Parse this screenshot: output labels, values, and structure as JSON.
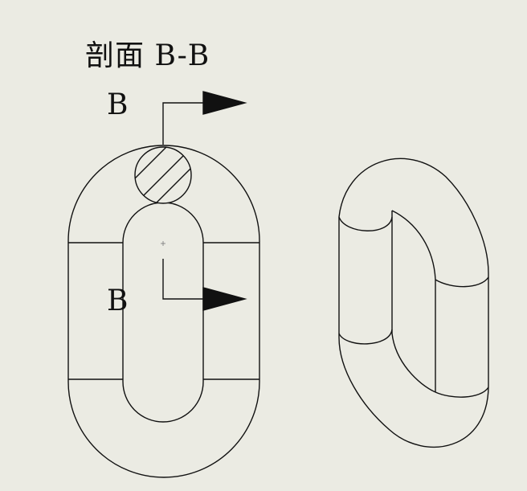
{
  "section_view": {
    "title": "剖面 B-B",
    "cut_label_top": "B",
    "cut_label_bottom": "B"
  },
  "colors": {
    "background": "#ebebe3",
    "line": "#111111"
  }
}
